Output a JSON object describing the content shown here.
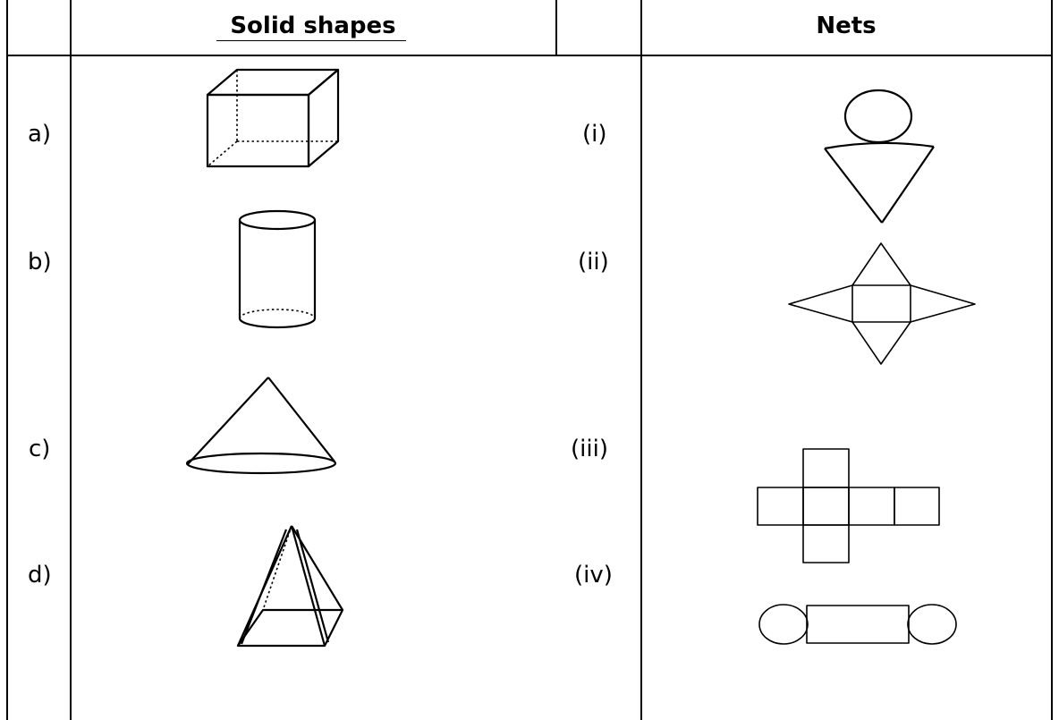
{
  "table": {
    "headers": {
      "solid": "Solid shapes",
      "nets": "Nets"
    },
    "solid_labels": [
      "a)",
      "b)",
      "c)",
      "d)"
    ],
    "net_labels": [
      "(i)",
      "(ii)",
      "(iii)",
      "(iv)"
    ],
    "solid_shapes": [
      "cuboid-icon",
      "cylinder-icon",
      "cone-icon",
      "pyramid-icon"
    ],
    "net_shapes": [
      "cone-net-icon",
      "pyramid-net-icon",
      "cube-net-icon",
      "cylinder-net-icon"
    ]
  }
}
